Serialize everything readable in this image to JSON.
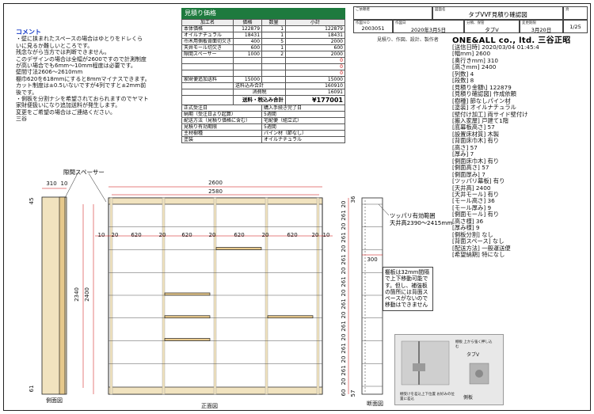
{
  "comment": {
    "title": "コメント",
    "lines": [
      "・壁に挟まれたスペースの場合はゆとりをドレくら",
      "いに見るか難しいところです。",
      "残念ながら当方では判断できません。",
      "このデザインの場合は全幅が2600ですので計測制度",
      "が高い場合でも6mm～10mm程度は必要です。",
      "壁間寸法2606～2610mm",
      "棚巾620を618mmにすると8mmマイナスできます。",
      "カット制度は±0.5いないですが4列ですと±2mm前",
      "後です。",
      "・側板を分割ナシを希望されておられますのでヤマト",
      "家財便扱いになり追加送料が発生します。",
      "変更をご希望の場合はご連絡ください。",
      "三谷"
    ]
  },
  "quote": {
    "title": "見積り価格",
    "headers": [
      "加工名",
      "価格",
      "数量",
      "小計"
    ],
    "rows": [
      {
        "name": "本体価格",
        "price": "122879",
        "qty": "1",
        "sub": "122879"
      },
      {
        "name": "オイルナチュラル",
        "price": "18431",
        "qty": "1",
        "sub": "18431"
      },
      {
        "name": "巾木用側板背面切欠き",
        "price": "400",
        "qty": "5",
        "sub": "2000"
      },
      {
        "name": "天井モール切欠き",
        "price": "600",
        "qty": "1",
        "sub": "600"
      },
      {
        "name": "隙間スペーサー",
        "price": "1000",
        "qty": "2",
        "sub": "2000"
      },
      {
        "name": "",
        "price": "",
        "qty": "",
        "sub": "0"
      },
      {
        "name": "",
        "price": "",
        "qty": "",
        "sub": "0"
      },
      {
        "name": "",
        "price": "",
        "qty": "",
        "sub": "0"
      },
      {
        "name": "家財便追加送料",
        "price": "15000",
        "qty": "",
        "sub": "15000"
      }
    ],
    "subtotal_label": "送料込み合計",
    "subtotal": "160910",
    "tax_label": "消費税",
    "tax": "16091",
    "total_label": "送料・税込み合計",
    "total": "¥177001",
    "info": [
      {
        "k": "正式受注日",
        "v": "購入手続き完了日"
      },
      {
        "k": "納期（受注日より起算）",
        "v": "5週間"
      },
      {
        "k": "配送方法（見積り価格に含む）",
        "v": "宅配便（組立式）"
      },
      {
        "k": "見積り有効期限",
        "v": "5週間"
      },
      {
        "k": "主材樹種",
        "v": "パイン材（節なし）"
      },
      {
        "k": "塗装",
        "v": "オイルナチュラル"
      }
    ]
  },
  "titleblock": {
    "customer_label": "ご依頼者",
    "drawing_label": "図面名",
    "drawing_name": "タブVVF見積り確認図",
    "page_label": "頁",
    "page": "1/25",
    "no_label": "作図ＮＯ",
    "no": "2003051",
    "date_label": "作図日",
    "date": "2020年3月5日",
    "class_label": "分類、保管",
    "class": "タブV",
    "change_label": "変更期限",
    "change": "3月20日",
    "make_label": "見積り、作図、設計、製作者"
  },
  "company": "ONE&ALL co., ltd. 三谷正昭",
  "spec": [
    "[送信日時] 2020/03/04 01:45:4",
    "[幅mm] 2600",
    "[奥行きmm] 310",
    "[高さmm] 2400",
    "[列数] 4",
    "[段数] 8",
    "[見積り金額\\] 122879",
    "[見積り確認図] 作成依頼",
    "[樹種] 節なしパイン材",
    "[塗装] オイルナチュラル",
    "[壁付け加工] 両サイド壁付け",
    "[搬入家屋] 戸建て1階",
    "[底幕板高さ] 57",
    "[設置床材質] 木製",
    "[背面床巾木] 有り",
    "[高さ] 57",
    "[厚み] 7",
    "[側面床巾木] 有り",
    "[側面高さ] 57",
    "[側面厚み] 7",
    "[ツッパリ幕板] 有り",
    "[天井高] 2400",
    "[天井モール] 有り",
    "[モール高さ] 36",
    "[モール厚み] 9",
    "[側面モール] 有り",
    "[高さ様] 36",
    "[厚み様] 9",
    "[側板分割] なし",
    "[背面スペース] なし",
    "[配送方法] 一般運送便",
    "[希望納期] 特になし"
  ],
  "drawing": {
    "spacer_label": "隙間スペーサー",
    "width_total": "2600",
    "width_inner": "2580",
    "side_depth": "310",
    "side_edge": "10",
    "height_total": "2400",
    "height_inner": "2340",
    "top_dim": "45",
    "base_dim": "61",
    "section_top": "36",
    "section_base": "57",
    "col_dims": [
      "10",
      "20",
      "620",
      "20",
      "620",
      "20",
      "620",
      "20",
      "620",
      "20",
      "10"
    ],
    "shelf_depth": "300",
    "right_dims": [
      "20",
      "261",
      "20",
      "261",
      "20",
      "261",
      "20",
      "261",
      "20",
      "261",
      "20",
      "261",
      "20",
      "261",
      "20",
      "261",
      "20",
      "60"
    ],
    "tsuppari": "ツッパリ有効範囲",
    "ceiling": "天井高2390～2415mm",
    "front_view": "正面図",
    "side_view": "側面図",
    "section_view": "断面図",
    "note": "棚板は32mm間隔で上下移動可能です。但し、補強板の箇所には背面スペースがないので移動はできません",
    "photo_a": "棚板 上から強く押し込む",
    "photo_b": "タブV",
    "photo_c": "側板",
    "photo_d": "棚受けを差込上下位置 お好みの位置に差込"
  }
}
